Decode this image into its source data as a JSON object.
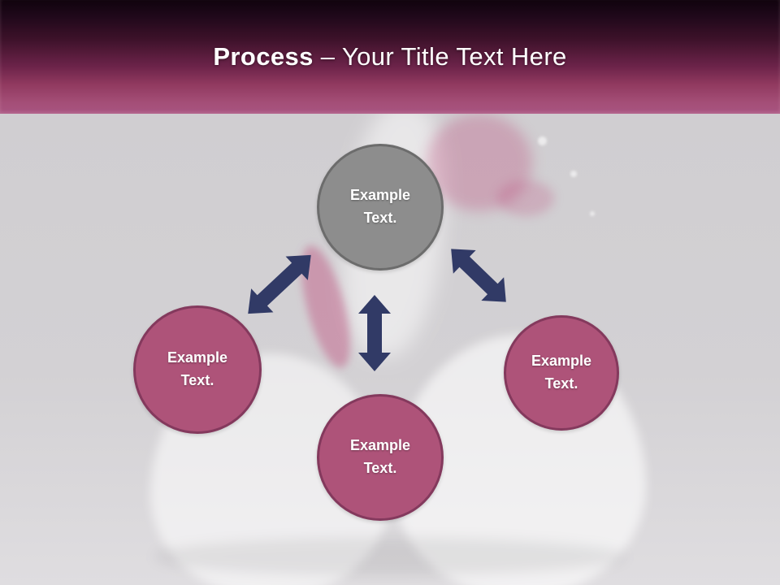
{
  "header": {
    "title_bold": "Process",
    "title_rest": " – Your Title Text Here"
  },
  "diagram": {
    "nodes": {
      "top": {
        "line1": "Example",
        "line2": "Text.",
        "fill": "#8d8d8d"
      },
      "left": {
        "line1": "Example",
        "line2": "Text.",
        "fill": "#ae5379"
      },
      "right": {
        "line1": "Example",
        "line2": "Text.",
        "fill": "#ae5379"
      },
      "bottom": {
        "line1": "Example",
        "line2": "Text.",
        "fill": "#ae5379"
      }
    },
    "arrows": [
      "double-arrow-between-top-and-left",
      "double-arrow-between-top-and-bottom",
      "double-arrow-between-top-and-right"
    ]
  },
  "colors": {
    "header_gradient_top": "#10030d",
    "header_gradient_bottom": "#a85480",
    "title_color": "#ffffff",
    "canvas_background": "#d2d0d3",
    "node_pink_fill": "#ae5379",
    "node_pink_border": "#84395d",
    "node_gray_fill": "#8d8d8d",
    "node_gray_border": "#6c6c6c",
    "node_text_color": "#ffffff",
    "arrow_fill": "#313a66"
  }
}
